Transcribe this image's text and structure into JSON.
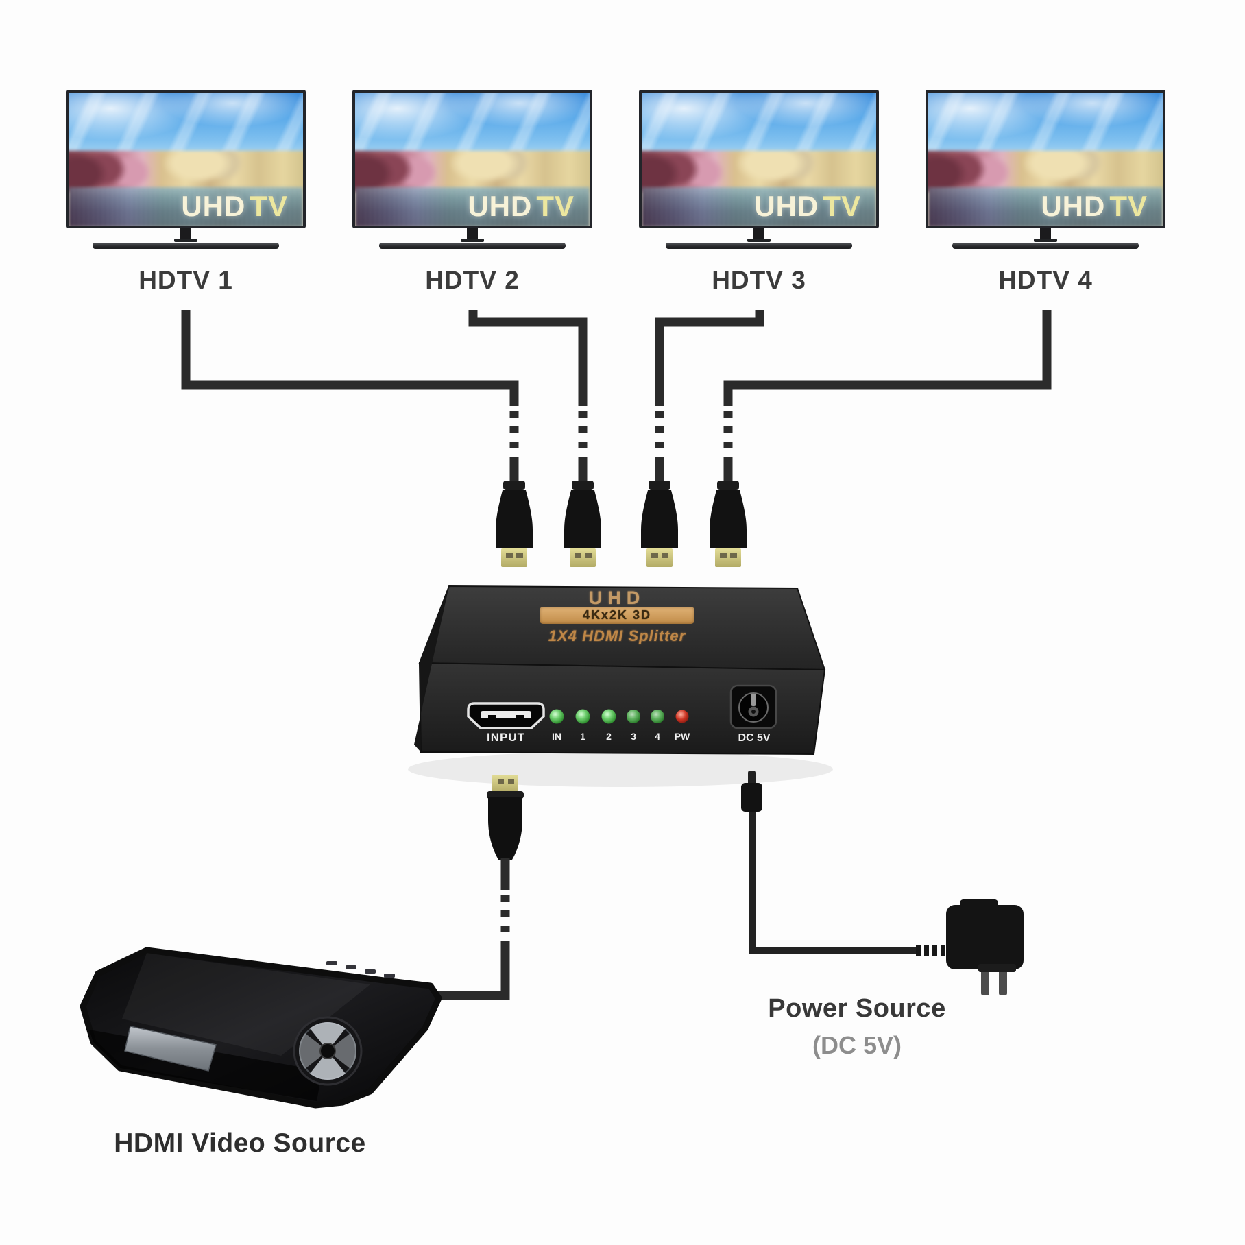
{
  "tvs": [
    {
      "label": "HDTV 1",
      "screen_text_uhd": "UHD",
      "screen_text_tv": "TV"
    },
    {
      "label": "HDTV 2",
      "screen_text_uhd": "UHD",
      "screen_text_tv": "TV"
    },
    {
      "label": "HDTV 3",
      "screen_text_uhd": "UHD",
      "screen_text_tv": "TV"
    },
    {
      "label": "HDTV 4",
      "screen_text_uhd": "UHD",
      "screen_text_tv": "TV"
    }
  ],
  "splitter": {
    "top_brand": "UHD",
    "top_badge": "4Kx2K 3D",
    "top_model": "1X4 HDMI Splitter",
    "input_label": "INPUT",
    "led_labels": [
      "IN",
      "1",
      "2",
      "3",
      "4",
      "PW"
    ],
    "dc_port_label": "DC 5V"
  },
  "power_source": {
    "title": "Power Source",
    "subtitle": "(DC 5V)"
  },
  "video_source": {
    "title": "HDMI Video Source"
  },
  "colors": {
    "cable": "#2b2b2b",
    "hdmi_gold": "#cfc98f",
    "badge_orange": "#cf9c55",
    "led_green": "#2f8f2f",
    "led_red": "#cc3322",
    "label_text": "#3b3b3b"
  }
}
